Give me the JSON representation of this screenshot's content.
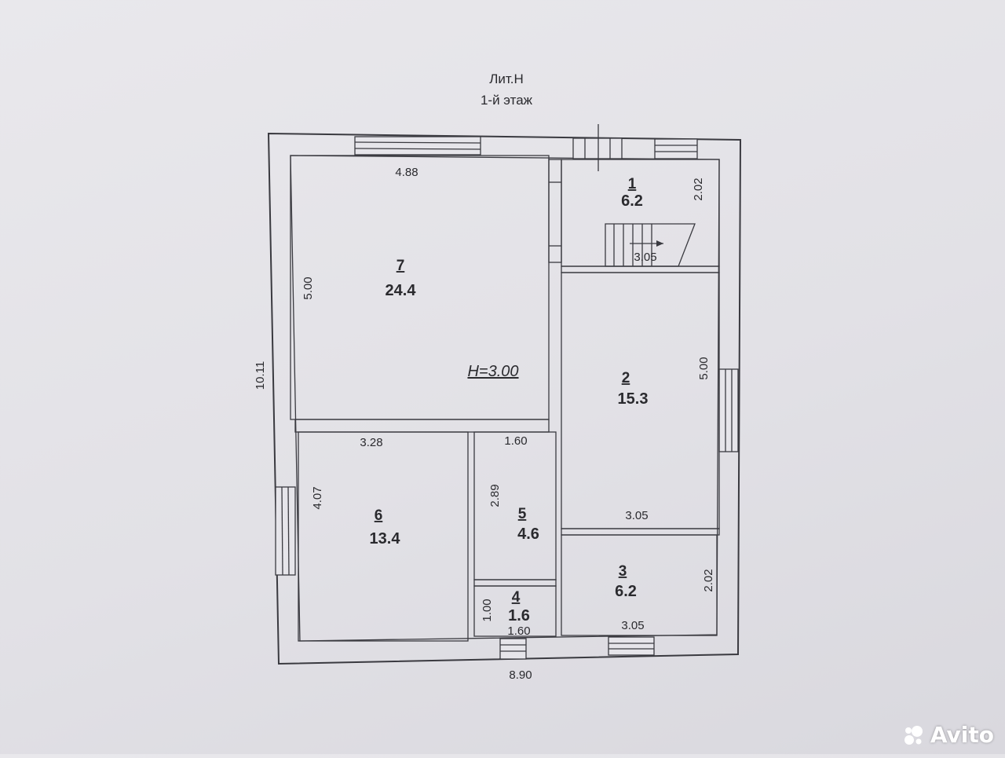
{
  "header": {
    "title": "Лит.Н",
    "subtitle": "1-й этаж"
  },
  "rooms": [
    {
      "id": "r1",
      "number": "1",
      "area": "6.2"
    },
    {
      "id": "r2",
      "number": "2",
      "area": "15.3"
    },
    {
      "id": "r3",
      "number": "3",
      "area": "6.2"
    },
    {
      "id": "r4",
      "number": "4",
      "area": "1.6"
    },
    {
      "id": "r5",
      "number": "5",
      "area": "4.6"
    },
    {
      "id": "r6",
      "number": "6",
      "area": "13.4"
    },
    {
      "id": "r7",
      "number": "7",
      "area": "24.4"
    }
  ],
  "dimensions": {
    "overall_width": "8.90",
    "overall_height": "10.11",
    "room7_width": "4.88",
    "room7_height": "5.00",
    "room7_ceiling": "H=3.00",
    "room1_height": "2.02",
    "room1_width": "3.05",
    "room2_height": "5.00",
    "room2_width": "3.05",
    "room3_height": "2.02",
    "room3_width": "3.05",
    "room6_width": "3.28",
    "room6_height": "4.07",
    "room5_width": "1.60",
    "room5_height": "2.89",
    "room4_height": "1.00",
    "room4_width": "1.60"
  },
  "watermark": {
    "text": "Avito"
  }
}
